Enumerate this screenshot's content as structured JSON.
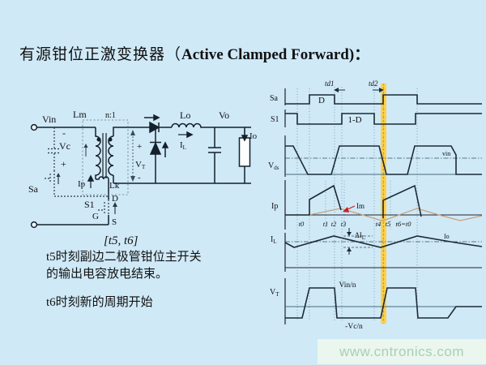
{
  "title": {
    "zh": "有源钳位正激变换器（",
    "en": "Active Clamped Forward)",
    "colon": "："
  },
  "circuit": {
    "vin": "Vin",
    "minus": "-",
    "plus": "+",
    "vc": "Vc",
    "sa": "Sa",
    "s1": "S1",
    "g": "G",
    "d": "D",
    "s": "S",
    "ip": "Ip",
    "lk": "Lk",
    "lm": "Lm",
    "ratio": "n:1",
    "lo": "Lo",
    "vo": "Vo",
    "io": "Io",
    "il_main": "I",
    "il_sub": "L",
    "vt_main": "V",
    "vt_sub": "T",
    "vt_plus": "+",
    "vt_minus": "-"
  },
  "waveform": {
    "rows": [
      {
        "label": "Sa"
      },
      {
        "label": "S1"
      },
      {
        "main": "V",
        "sub": "ds"
      },
      {
        "label": "Ip"
      },
      {
        "main": "I",
        "sub": "L"
      },
      {
        "main": "V",
        "sub": "T"
      }
    ],
    "annotations": {
      "td1": "td1",
      "td2": "td2",
      "d": "D",
      "one_minus_d": "1-D",
      "vin": "vin",
      "im": "Im",
      "delta_i_main": "ΔI",
      "delta_i_sub": "L",
      "io": "Io",
      "vin_n": "Vin/n",
      "neg_vc_n": "-Vc/n"
    },
    "times": [
      "t0",
      "t1",
      "t2",
      "t3",
      "t4",
      "t5",
      "t6=t0"
    ]
  },
  "notes": {
    "interval": "[t5, t6]",
    "line1": "t5时刻副边二极管钳位主开关",
    "line2": "的输出电容放电结束。",
    "line3": "t6时刻新的周期开始"
  },
  "watermark": {
    "text": "www.cntronics.com"
  },
  "colors": {
    "background": "#cfe9f7",
    "wave_line": "#1c2b36",
    "highlight_band": "#ffd24d",
    "highlight_dash": "#f59a00",
    "im_line": "#c8a07a",
    "im_label_red": "#cc2020",
    "watermark_text": "#a9cfb6",
    "watermark_bg": "#eaf6ee"
  }
}
